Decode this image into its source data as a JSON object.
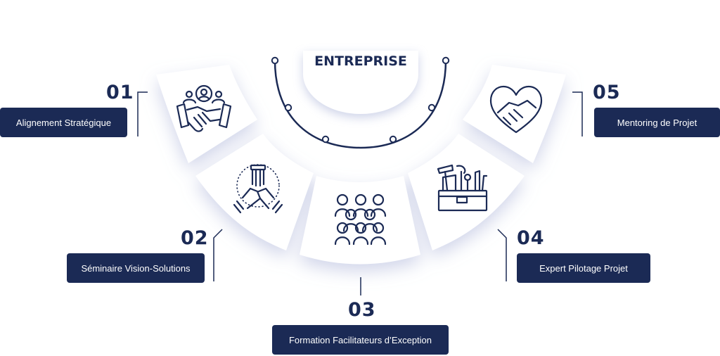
{
  "center": {
    "title": "ENTREPRISE"
  },
  "steps": [
    {
      "number": "01",
      "label": "Alignement Stratégique",
      "icon": "teamwork-handshake-icon"
    },
    {
      "number": "02",
      "label": "Séminaire Vision-Solutions",
      "icon": "hands-together-icon"
    },
    {
      "number": "03",
      "label": "Formation Facilitateurs d’Exception",
      "icon": "audience-group-icon"
    },
    {
      "number": "04",
      "label": "Expert Pilotage Projet",
      "icon": "toolbox-icon"
    },
    {
      "number": "05",
      "label": "Mentoring de Projet",
      "icon": "heart-handshake-icon"
    }
  ],
  "colors": {
    "navy": "#1b2a55",
    "panel": "#ffffff",
    "shadow": "#d4d9ea"
  }
}
